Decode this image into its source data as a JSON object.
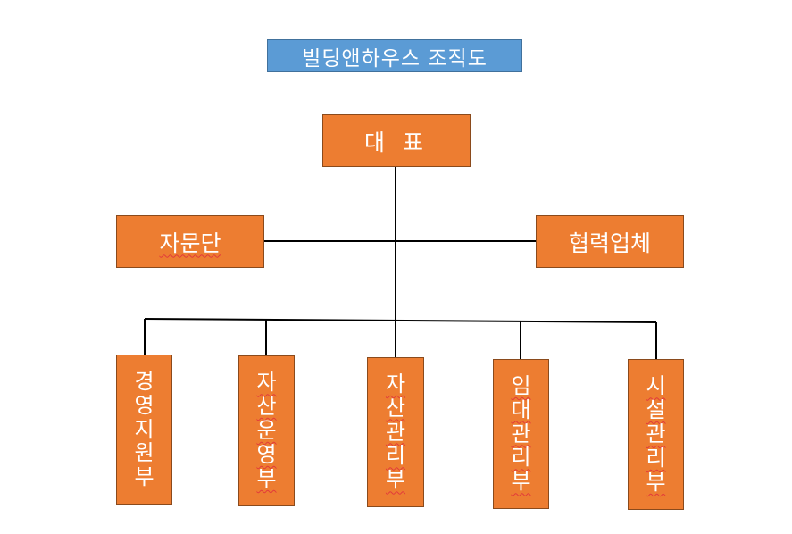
{
  "title": "빌딩앤하우스 조직도",
  "ceo": "대 표",
  "advisory": "자문단",
  "partners": "협력업체",
  "departments": [
    {
      "name": "경영지원부",
      "chars": [
        "경",
        "영",
        "지",
        "원",
        "부"
      ]
    },
    {
      "name": "자산운영부",
      "chars": [
        "자",
        "산",
        "운",
        "영",
        "부"
      ]
    },
    {
      "name": "자산관리부",
      "chars": [
        "자",
        "산",
        "관",
        "리",
        "부"
      ]
    },
    {
      "name": "임대관리부",
      "chars": [
        "임",
        "대",
        "관",
        "리",
        "부"
      ]
    },
    {
      "name": "시설관리부",
      "chars": [
        "시",
        "설",
        "관",
        "리",
        "부"
      ]
    }
  ],
  "colors": {
    "title_fill": "#5b9bd5",
    "box_fill": "#ed7d31",
    "text": "#ffffff",
    "connector": "#000000"
  }
}
